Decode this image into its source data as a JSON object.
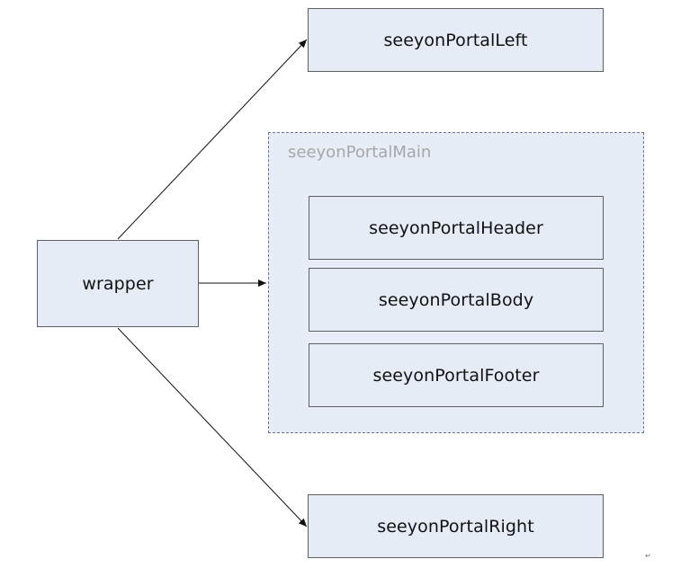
{
  "nodes": {
    "wrapper": "wrapper",
    "left": "seeyonPortalLeft",
    "main": "seeyonPortalMain",
    "header": "seeyonPortalHeader",
    "body": "seeyonPortalBody",
    "footer": "seeyonPortalFooter",
    "right": "seeyonPortalRight"
  },
  "edges": [
    {
      "from": "wrapper",
      "to": "seeyonPortalLeft"
    },
    {
      "from": "wrapper",
      "to": "seeyonPortalMain"
    },
    {
      "from": "wrapper",
      "to": "seeyonPortalRight"
    }
  ],
  "colors": {
    "box_fill": "#e6ecf6",
    "box_border": "#5f5f5f",
    "container_border": "#6d7588",
    "container_label": "#a7a7a7",
    "edge": "#111111"
  }
}
